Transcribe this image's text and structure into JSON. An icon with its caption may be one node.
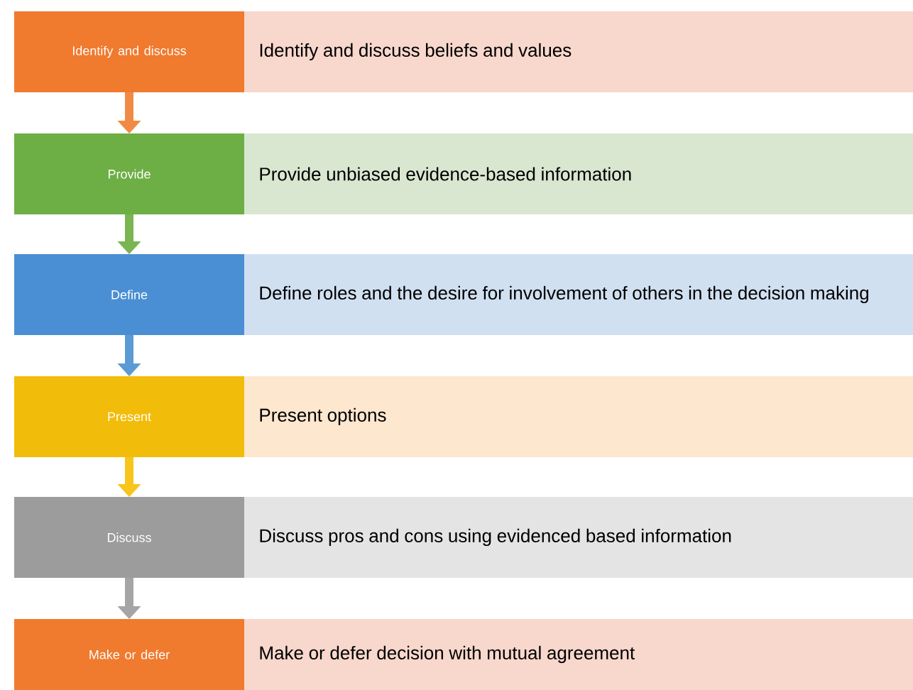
{
  "diagram": {
    "nodes": [
      {
        "text": [
          "Identify and discuss"
        ]
      },
      {
        "text": [
          "Identify and discuss beliefs and values"
        ]
      },
      {
        "text": [
          "Provide"
        ]
      },
      {
        "text": [
          "Provide unbiased evidence-based information"
        ]
      },
      {
        "text": [
          "Define"
        ]
      },
      {
        "text": [
          "Define roles and the desire for involvement of others in the decision making"
        ]
      },
      {
        "text": [
          "Present"
        ]
      },
      {
        "text": [
          "Present options"
        ]
      },
      {
        "text": [
          "Discuss"
        ]
      },
      {
        "text": [
          "Discuss pros and cons using evidenced based information"
        ]
      },
      {
        "text": [
          "Make or defer"
        ]
      },
      {
        "text": [
          "Make or defer decision with mutual agreement"
        ]
      }
    ],
    "edges": [
      {
        "from": 0,
        "to": 2,
        "arrow": "to",
        "color": "#f08a45"
      },
      {
        "from": 2,
        "to": 4,
        "arrow": "to",
        "color": "#7ab552"
      },
      {
        "from": 4,
        "to": 6,
        "arrow": "to",
        "color": "#5b9bd5"
      },
      {
        "from": 6,
        "to": 8,
        "arrow": "to",
        "color": "#f7c51c"
      },
      {
        "from": 8,
        "to": 10,
        "arrow": "to",
        "color": "#a5a5a5"
      }
    ]
  }
}
